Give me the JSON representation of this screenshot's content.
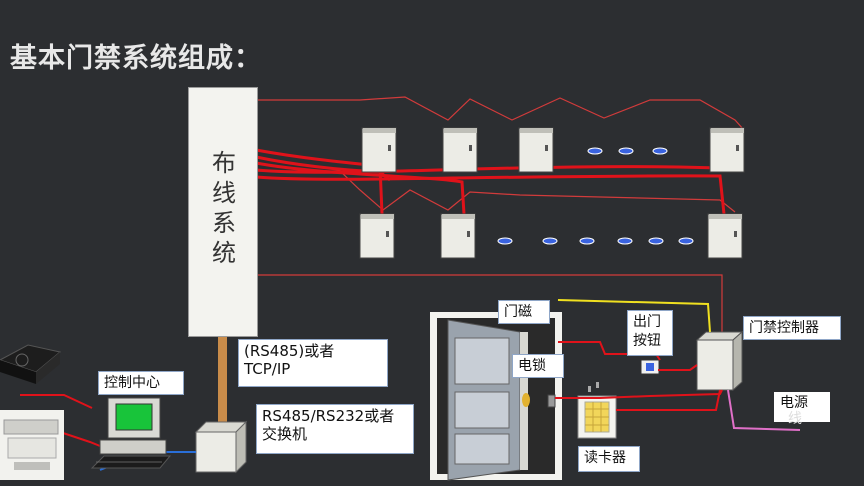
{
  "title": "基本门禁系统组成：",
  "wiring_system": [
    "布",
    "线",
    "系",
    "统"
  ],
  "labels": {
    "rs485_tcp": [
      "(RS485)或者",
      "TCP/IP"
    ],
    "rs_switch": [
      "RS485/RS232或者",
      "交换机"
    ],
    "control_center": "控制中心",
    "door_magnet": "门磁",
    "electric_lock": "电锁",
    "exit_button": [
      "出门",
      "按钮"
    ],
    "access_controller": "门禁控制器",
    "power_supply": [
      "电源",
      "线"
    ],
    "card_reader": "读卡器"
  },
  "colors": {
    "background": "#2c2e31",
    "wire_red": "#e0121a",
    "wire_yellow": "#f0e020",
    "wire_pink": "#e070c8",
    "wire_blue": "#2a6fd8",
    "label_border": "#8fa6c7",
    "dot_blue": "#3a63e0"
  }
}
